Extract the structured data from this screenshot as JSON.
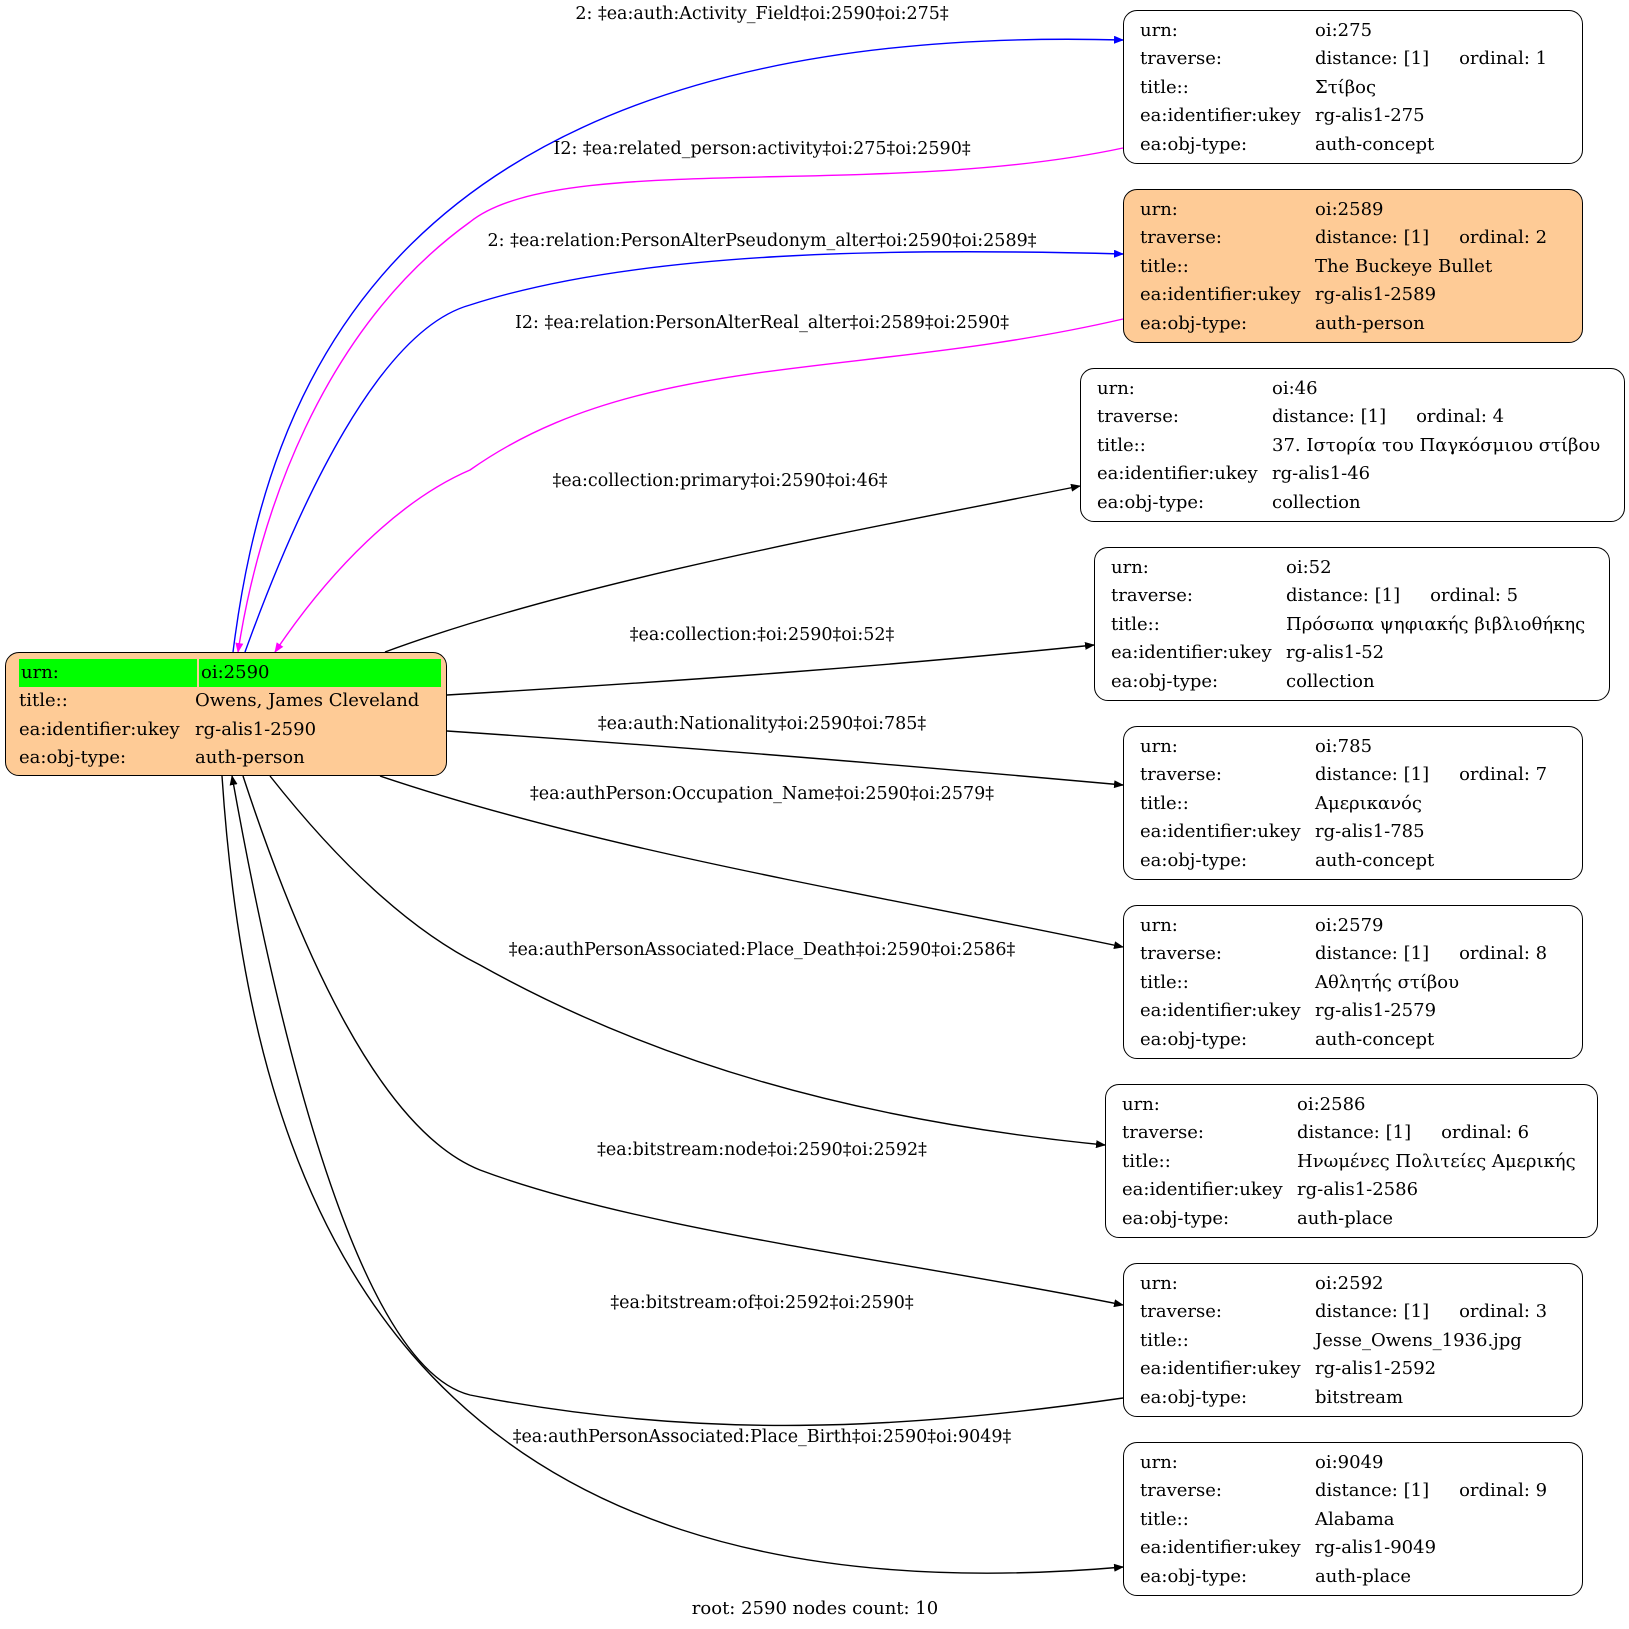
{
  "root": {
    "urn_key": "urn:",
    "urn": "oi:2590",
    "title_key": "title::",
    "title": "Owens, James Cleveland",
    "ukey_key": "ea:identifier:ukey",
    "ukey": "rg-alis1-2590",
    "type_key": "ea:obj-type:",
    "type": "auth-person"
  },
  "keys": {
    "urn": "urn:",
    "traverse": "traverse:",
    "title": "title::",
    "ukey": "ea:identifier:ukey",
    "type": "ea:obj-type:"
  },
  "nodes": [
    {
      "urn": "oi:275",
      "distance": "distance: [1]",
      "ordinal": "ordinal: 1",
      "title": "Στίβος",
      "ukey": "rg-alis1-275",
      "type": "auth-concept"
    },
    {
      "urn": "oi:2589",
      "distance": "distance: [1]",
      "ordinal": "ordinal: 2",
      "title": "The Buckeye Bullet",
      "ukey": "rg-alis1-2589",
      "type": "auth-person",
      "fill": "#fecb96"
    },
    {
      "urn": "oi:46",
      "distance": "distance: [1]",
      "ordinal": "ordinal: 4",
      "title": "37. Ιστορία του Παγκόσμιου στίβου",
      "ukey": "rg-alis1-46",
      "type": "collection"
    },
    {
      "urn": "oi:52",
      "distance": "distance: [1]",
      "ordinal": "ordinal: 5",
      "title": "Πρόσωπα ψηφιακής βιβλιοθήκης",
      "ukey": "rg-alis1-52",
      "type": "collection"
    },
    {
      "urn": "oi:785",
      "distance": "distance: [1]",
      "ordinal": "ordinal: 7",
      "title": "Αμερικανός",
      "ukey": "rg-alis1-785",
      "type": "auth-concept"
    },
    {
      "urn": "oi:2579",
      "distance": "distance: [1]",
      "ordinal": "ordinal: 8",
      "title": "Αθλητής στίβου",
      "ukey": "rg-alis1-2579",
      "type": "auth-concept"
    },
    {
      "urn": "oi:2586",
      "distance": "distance: [1]",
      "ordinal": "ordinal: 6",
      "title": "Ηνωμένες Πολιτείες Αμερικής",
      "ukey": "rg-alis1-2586",
      "type": "auth-place"
    },
    {
      "urn": "oi:2592",
      "distance": "distance: [1]",
      "ordinal": "ordinal: 3",
      "title": "Jesse_Owens_1936.jpg",
      "ukey": "rg-alis1-2592",
      "type": "bitstream"
    },
    {
      "urn": "oi:9049",
      "distance": "distance: [1]",
      "ordinal": "ordinal: 9",
      "title": "Alabama",
      "ukey": "rg-alis1-9049",
      "type": "auth-place"
    }
  ],
  "edges": [
    {
      "label": "2: ‡ea:auth:Activity_Field‡oi:2590‡oi:275‡",
      "color": "#0000ff"
    },
    {
      "label": "I2: ‡ea:related_person:activity‡oi:275‡oi:2590‡",
      "color": "#ff00ff"
    },
    {
      "label": "2: ‡ea:relation:PersonAlterPseudonym_alter‡oi:2590‡oi:2589‡",
      "color": "#0000ff"
    },
    {
      "label": "I2: ‡ea:relation:PersonAlterReal_alter‡oi:2589‡oi:2590‡",
      "color": "#ff00ff"
    },
    {
      "label": "‡ea:collection:primary‡oi:2590‡oi:46‡",
      "color": "#000000"
    },
    {
      "label": "‡ea:collection:‡oi:2590‡oi:52‡",
      "color": "#000000"
    },
    {
      "label": "‡ea:auth:Nationality‡oi:2590‡oi:785‡",
      "color": "#000000"
    },
    {
      "label": "‡ea:authPerson:Occupation_Name‡oi:2590‡oi:2579‡",
      "color": "#000000"
    },
    {
      "label": "‡ea:authPersonAssociated:Place_Death‡oi:2590‡oi:2586‡",
      "color": "#000000"
    },
    {
      "label": "‡ea:bitstream:node‡oi:2590‡oi:2592‡",
      "color": "#000000"
    },
    {
      "label": "‡ea:bitstream:of‡oi:2592‡oi:2590‡",
      "color": "#000000"
    },
    {
      "label": "‡ea:authPersonAssociated:Place_Birth‡oi:2590‡oi:9049‡",
      "color": "#000000"
    }
  ],
  "footer": "root: 2590 nodes count: 10"
}
